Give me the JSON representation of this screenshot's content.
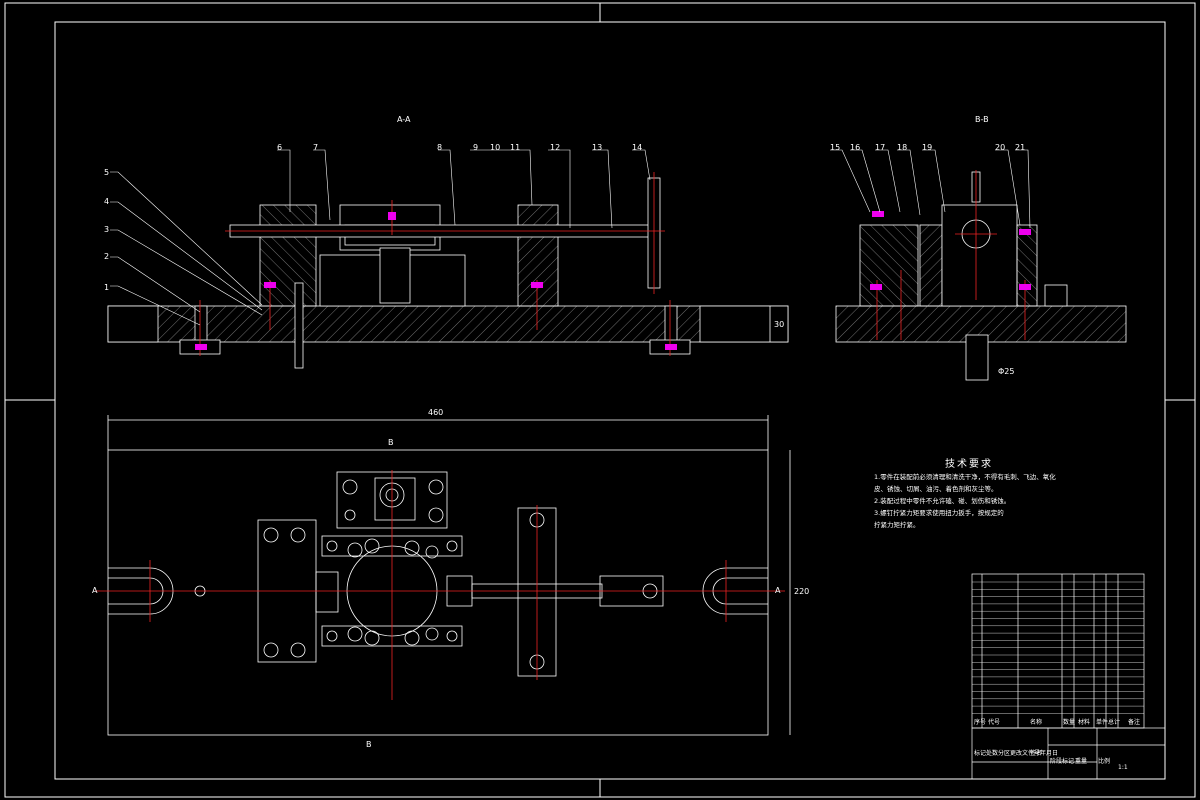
{
  "views": {
    "front_title": "A-A",
    "side_title": "B-B",
    "section_a_left": "A",
    "section_a_right": "A",
    "section_b_top": "B",
    "section_b_bottom": "B"
  },
  "callouts_front": [
    "1",
    "2",
    "3",
    "4",
    "5",
    "6",
    "7",
    "8",
    "9",
    "10",
    "11",
    "12",
    "13",
    "14"
  ],
  "callouts_side": [
    "15",
    "16",
    "17",
    "18",
    "19",
    "20",
    "21"
  ],
  "dimensions": {
    "plan_width": "460",
    "plan_height": "220",
    "front_base": "30",
    "side_shaft": "Φ25"
  },
  "tech_requirements": {
    "title": "技术要求",
    "lines": [
      "1.零件在装配前必须清理和清洗干净，不得有毛刺、飞边、氧化",
      "皮、锈蚀、切屑、油污、着色剂和灰尘等。",
      "2.装配过程中零件不允许磕、碰、划伤和锈蚀。",
      "3.螺钉拧紧力矩要求使用扭力扳手，按规定的",
      "拧紧力矩拧紧。"
    ]
  },
  "title_block": {
    "headers": [
      "序号",
      "代号",
      "名称",
      "数量",
      "材料",
      "单件",
      "总计",
      "备注"
    ],
    "bottom_labels": [
      "标记",
      "处数",
      "分区",
      "更改文件号",
      "签名",
      "年月日",
      "阶段标记",
      "重量",
      "比例"
    ],
    "scale": "1:1"
  }
}
